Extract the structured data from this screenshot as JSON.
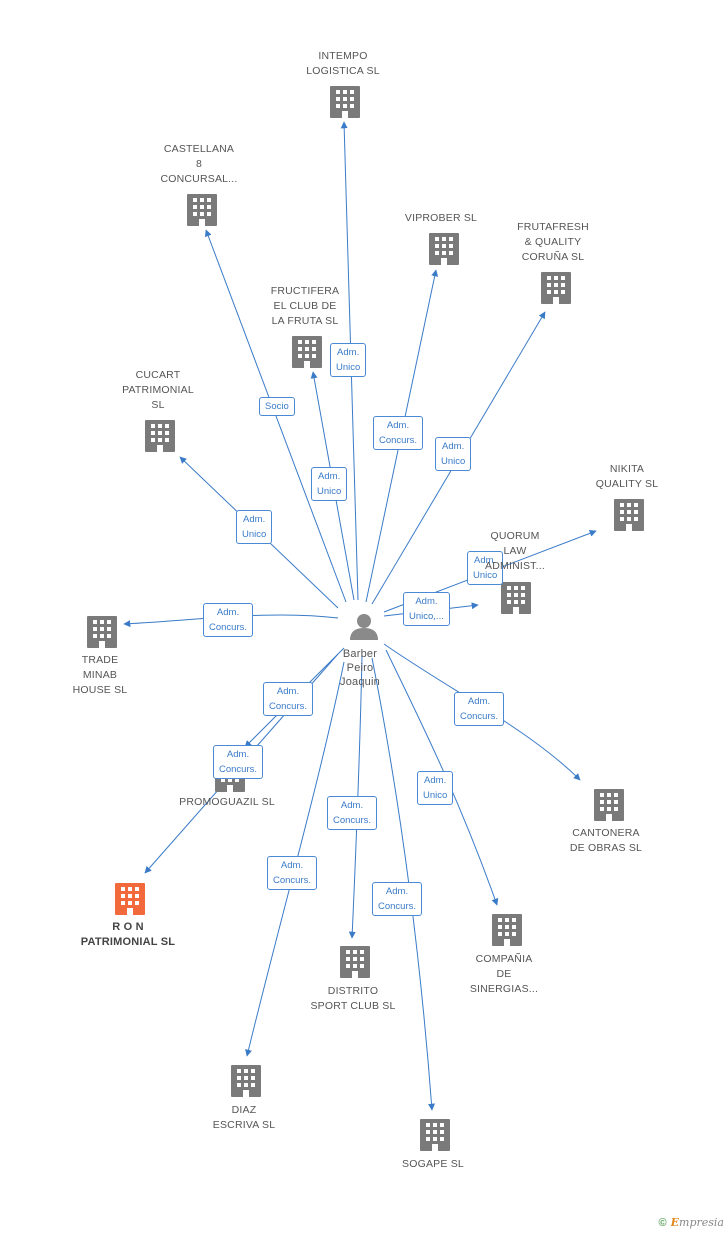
{
  "center": {
    "label": "Barber\nPeiro\nJoaquin",
    "icon": "person-icon"
  },
  "companies": [
    {
      "id": "intempo",
      "label": "INTEMPO\nLOGISTICA  SL",
      "highlight": false
    },
    {
      "id": "castellana",
      "label": "CASTELLANA\n8\nCONCURSAL...",
      "highlight": false
    },
    {
      "id": "viprober",
      "label": "VIPROBER SL",
      "highlight": false
    },
    {
      "id": "frutafresh",
      "label": "FRUTAFRESH\n& QUALITY\nCORUÑA  SL",
      "highlight": false
    },
    {
      "id": "fructifera",
      "label": "FRUCTIFERA\nEL CLUB DE\nLA FRUTA SL",
      "highlight": false
    },
    {
      "id": "cucart",
      "label": "CUCART\nPATRIMONIAL\nSL",
      "highlight": false
    },
    {
      "id": "nikita",
      "label": "NIKITA\nQUALITY SL",
      "highlight": false
    },
    {
      "id": "quorum",
      "label": "QUORUM\nLAW\nADMINIST...",
      "highlight": false
    },
    {
      "id": "trade",
      "label": "TRADE\nMINAB\nHOUSE SL",
      "highlight": false
    },
    {
      "id": "promoguazil",
      "label": "PROMOGUAZIL SL",
      "highlight": false
    },
    {
      "id": "cantonera",
      "label": "CANTONERA\nDE OBRAS SL",
      "highlight": false
    },
    {
      "id": "ron",
      "label": "R O N\nPATRIMONIAL SL",
      "highlight": true
    },
    {
      "id": "compania",
      "label": "COMPAÑIA\nDE\nSINERGIAS...",
      "highlight": false
    },
    {
      "id": "distrito",
      "label": "DISTRITO\nSPORT CLUB SL",
      "highlight": false
    },
    {
      "id": "diaz",
      "label": "DIAZ\nESCRIVA SL",
      "highlight": false
    },
    {
      "id": "sogape",
      "label": "SOGAPE SL",
      "highlight": false
    }
  ],
  "relations": [
    {
      "target": "intempo",
      "label": "Adm.\nUnico"
    },
    {
      "target": "castellana",
      "label": "Socio"
    },
    {
      "target": "viprober",
      "label": "Adm.\nConcurs."
    },
    {
      "target": "frutafresh",
      "label": "Adm.\nUnico"
    },
    {
      "target": "fructifera",
      "label": "Adm.\nUnico"
    },
    {
      "target": "cucart",
      "label": "Adm.\nUnico"
    },
    {
      "target": "nikita",
      "label": "Adm.\nUnico"
    },
    {
      "target": "quorum",
      "label": "Adm.\nUnico,..."
    },
    {
      "target": "trade",
      "label": "Adm.\nConcurs."
    },
    {
      "target": "promoguazil",
      "label": "Adm.\nConcurs."
    },
    {
      "target": "ron",
      "label": "Adm.\nConcurs."
    },
    {
      "target": "cantonera",
      "label": "Adm.\nConcurs."
    },
    {
      "target": "compania",
      "label": "Adm.\nUnico"
    },
    {
      "target": "distrito",
      "label": "Adm.\nConcurs."
    },
    {
      "target": "diaz",
      "label": "Adm.\nConcurs."
    },
    {
      "target": "sogape",
      "label": "Adm.\nConcurs."
    }
  ],
  "colors": {
    "edge": "#3a7bc8",
    "building": "#7a7a7a",
    "building_highlight": "#f26a3c",
    "person": "#8a8a8a"
  },
  "footer": {
    "copyright": "©",
    "brand_initial": "E",
    "brand_rest": "mpresia"
  }
}
